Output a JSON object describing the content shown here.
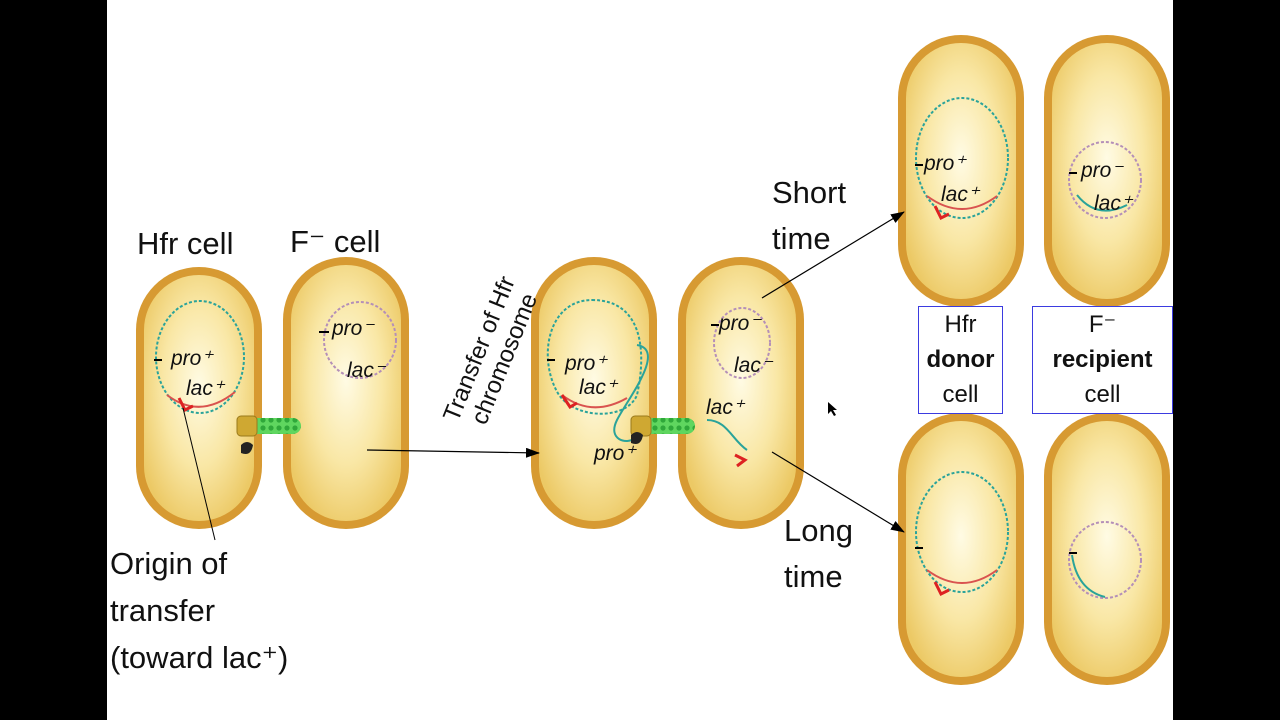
{
  "labels": {
    "hfr_cell": "Hfr cell",
    "f_minus_cell": "F⁻ cell",
    "transfer_line1": "Transfer of Hfr",
    "transfer_line2": "chromosome",
    "short_line1": "Short",
    "short_line2": "time",
    "long_line1": "Long",
    "long_line2": "time",
    "origin_line1": "Origin of",
    "origin_line2": "transfer",
    "origin_line3": "(toward lac⁺)"
  },
  "genes": {
    "pro_plus": "pro⁺",
    "lac_plus": "lac⁺",
    "pro_minus": "pro⁻",
    "lac_minus": "lac⁻"
  },
  "boxes": {
    "donor_line1": "Hfr",
    "donor_line2": "donor",
    "donor_line3": "cell",
    "recipient_line1": "F⁻",
    "recipient_line2": "recipient",
    "recipient_line3": "cell"
  },
  "colors": {
    "cell_wall": "#d79a32",
    "cytoplasm": "#f9e7a5",
    "hfr_dna": "#2aa39a",
    "f_minus_dna": "#b48fb8",
    "origin_marker": "#d22222",
    "pilus": "#5fd65f",
    "box_border": "#3b3be0"
  }
}
